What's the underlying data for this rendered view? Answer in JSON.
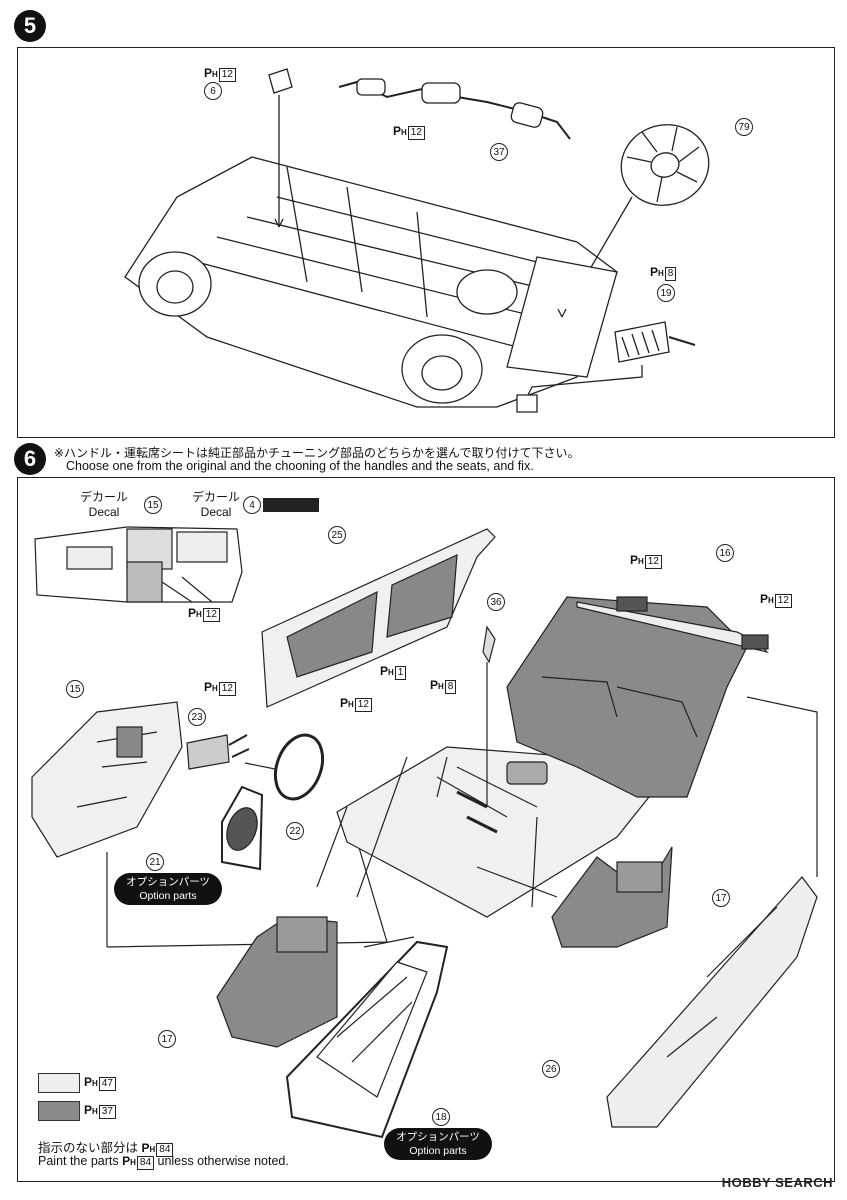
{
  "step5": {
    "number": "5",
    "parts": {
      "p6": {
        "num": "6",
        "paint": "12"
      },
      "p37": {
        "num": "37",
        "paint": "12"
      },
      "p79": {
        "num": "79"
      },
      "p19": {
        "num": "19",
        "paint": "8"
      }
    }
  },
  "step6": {
    "number": "6",
    "note_jp": "※ハンドル・運転席シートは純正部品かチューニング部品のどちらかを選んで取り付けて下さい。",
    "note_en": "Choose one from the original and the chooning of the handles and the seats, and fix.",
    "decal1": {
      "jp": "デカール",
      "en": "Decal",
      "num": "15"
    },
    "decal2": {
      "jp": "デカール",
      "en": "Decal",
      "num": "4"
    },
    "parts": {
      "p15": {
        "num": "15"
      },
      "p16": {
        "num": "16"
      },
      "p17a": {
        "num": "17"
      },
      "p17b": {
        "num": "17"
      },
      "p18": {
        "num": "18"
      },
      "p21": {
        "num": "21"
      },
      "p22": {
        "num": "22"
      },
      "p23": {
        "num": "23"
      },
      "p25": {
        "num": "25"
      },
      "p26": {
        "num": "26"
      },
      "p36": {
        "num": "36"
      }
    },
    "paints": {
      "dash": "12",
      "door_a": "1",
      "door_b": "12",
      "lever": "8",
      "seat_a": "12",
      "seat_b": "12",
      "wheel": "12"
    },
    "option_tag": {
      "jp": "オプションパーツ",
      "en": "Option parts"
    },
    "legend": [
      {
        "color": "#eeeeee",
        "paint": "47"
      },
      {
        "color": "#8a8a8a",
        "paint": "37"
      }
    ],
    "footer_jp": "指示のない部分は",
    "footer_jp_paint": "84",
    "footer_en_pre": "Paint the parts",
    "footer_en_paint": "84",
    "footer_en_post": "unless otherwise noted."
  },
  "ph_label": "P",
  "ph_sub": "H",
  "watermark": "HOBBY SEARCH",
  "colors": {
    "light_gray": "#eeeeee",
    "mid_gray": "#8a8a8a",
    "ink": "#111111"
  }
}
